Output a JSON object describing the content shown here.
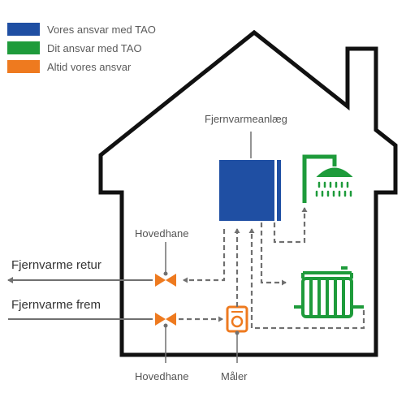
{
  "legend": {
    "items": [
      {
        "label": "Vores ansvar med TAO",
        "color": "#1f4fa3"
      },
      {
        "label": "Dit ansvar med TAO",
        "color": "#1e9b3b"
      },
      {
        "label": "Altid vores ansvar",
        "color": "#ee7a1f"
      }
    ]
  },
  "labels": {
    "district_heating_unit": "Fjernvarmeanlæg",
    "main_valve_top": "Hovedhane",
    "main_valve_bottom": "Hovedhane",
    "meter": "Måler",
    "return_line": "Fjernvarme retur",
    "supply_line": "Fjernvarme frem"
  },
  "colors": {
    "outline": "#111111",
    "pipe": "#707070",
    "blue": "#1f4fa3",
    "green": "#1e9b3b",
    "orange": "#ee7a1f"
  },
  "icons": {
    "unit": "heating-unit-icon",
    "shower": "shower-icon",
    "radiator": "radiator-icon",
    "valve": "valve-icon",
    "meter": "meter-icon"
  }
}
